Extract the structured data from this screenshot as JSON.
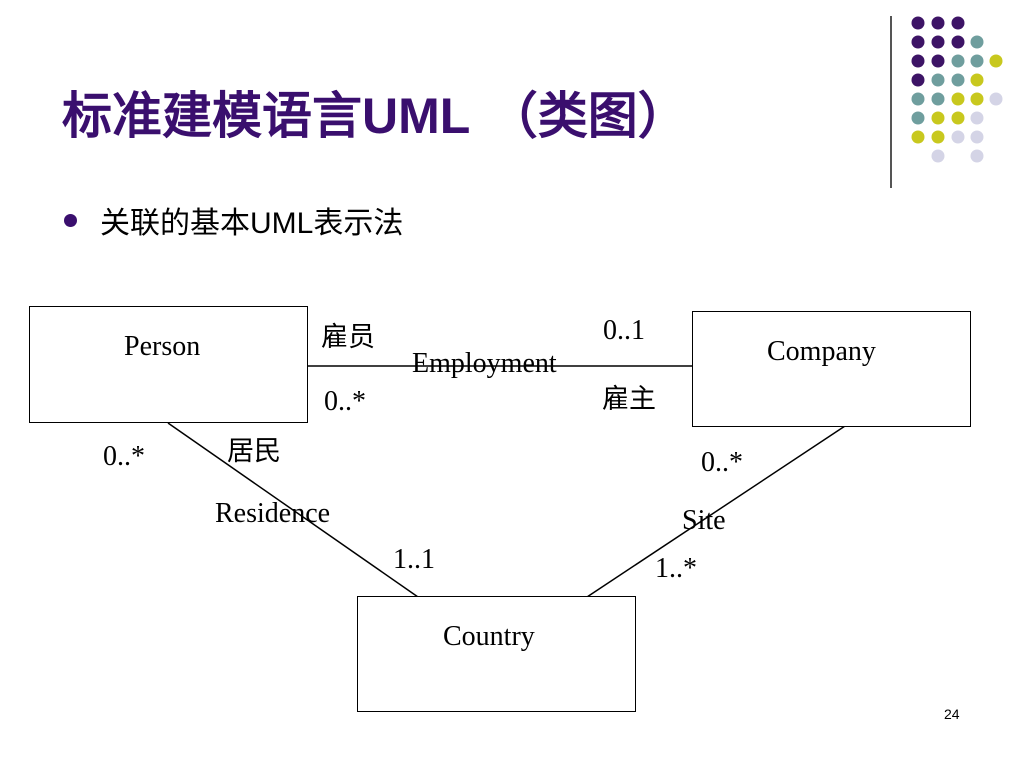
{
  "slide": {
    "title_prefix": "标准建模语言",
    "title_latin": "UML",
    "title_suffix": " （类图）",
    "bullet_prefix": "关联的基本",
    "bullet_latin": "UML",
    "bullet_suffix": "表示法",
    "page_number": "24"
  },
  "colors": {
    "title": "#3a0f6e",
    "dot_purple": "#3d1466",
    "dot_teal": "#6f9e9e",
    "dot_yellow": "#c8c81e",
    "dot_lavender": "#d4d4e6"
  },
  "diagram": {
    "classes": {
      "person": "Person",
      "company": "Company",
      "country": "Country"
    },
    "associations": {
      "employment": {
        "name": "Employment",
        "person_role": "雇员",
        "person_multiplicity": "0..*",
        "company_role": "雇主",
        "company_multiplicity": "0..1"
      },
      "residence": {
        "name": "Residence",
        "person_role": "居民",
        "person_multiplicity": "0..*",
        "country_multiplicity": "1..1"
      },
      "site": {
        "name": "Site",
        "company_multiplicity": "0..*",
        "country_multiplicity": "1..*"
      }
    }
  }
}
